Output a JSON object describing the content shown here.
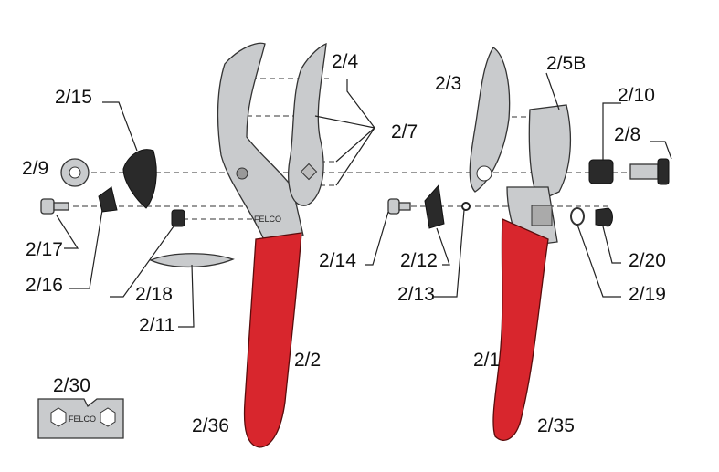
{
  "diagram": {
    "labels": {
      "p2_4": "2/4",
      "p2_3": "2/3",
      "p2_5B": "2/5B",
      "p2_10": "2/10",
      "p2_15": "2/15",
      "p2_7": "2/7",
      "p2_8": "2/8",
      "p2_9": "2/9",
      "p2_17": "2/17",
      "p2_16": "2/16",
      "p2_14": "2/14",
      "p2_12": "2/12",
      "p2_20": "2/20",
      "p2_18": "2/18",
      "p2_13": "2/13",
      "p2_19": "2/19",
      "p2_11": "2/11",
      "p2_2": "2/2",
      "p2_1": "2/1",
      "p2_30": "2/30",
      "p2_36": "2/36",
      "p2_35": "2/35"
    },
    "logo_text": "FELCO",
    "colors": {
      "handle": "#d8262d",
      "metal": "#c9cbcd"
    }
  }
}
